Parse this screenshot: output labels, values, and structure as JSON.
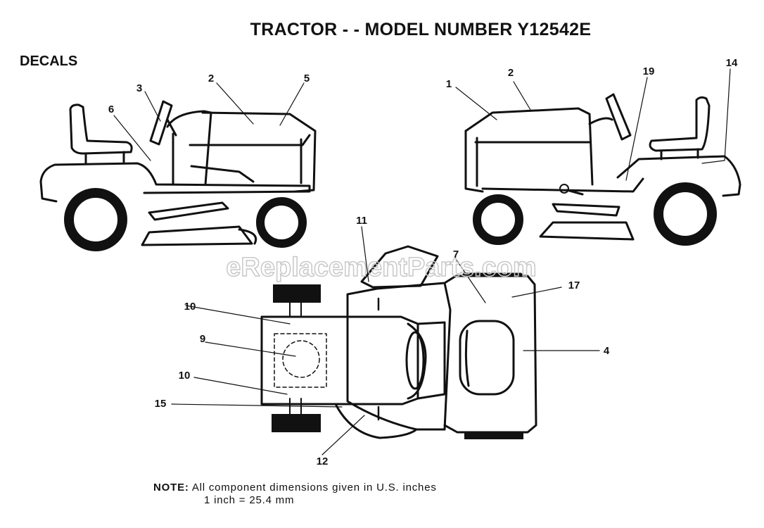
{
  "title": "TRACTOR - - MODEL NUMBER Y12542E",
  "section_label": "DECALS",
  "note": {
    "label": "NOTE:",
    "line1": "All component dimensions given in U.S. inches",
    "line2": "1 inch = 25.4 mm"
  },
  "watermark": "eReplacementParts.com",
  "callouts": {
    "left_view": [
      "3",
      "2",
      "5",
      "6"
    ],
    "right_view": [
      "1",
      "2",
      "19",
      "14"
    ],
    "top_view": [
      "11",
      "7",
      "17",
      "10",
      "9",
      "10",
      "4",
      "15",
      "12"
    ]
  }
}
